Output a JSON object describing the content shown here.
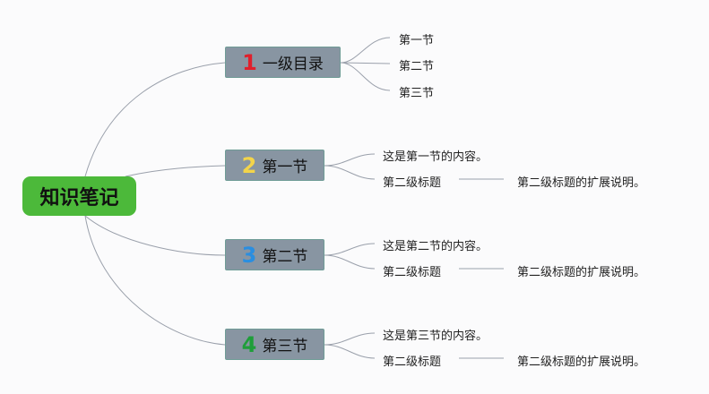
{
  "root": {
    "label": "知识笔记",
    "color": "#4cb93a"
  },
  "branches": [
    {
      "num": "1",
      "num_color": "#e0202c",
      "label": "一级目录",
      "children": [
        "第一节",
        "第二节",
        "第三节"
      ]
    },
    {
      "num": "2",
      "num_color": "#f3d44a",
      "label": "第一节",
      "content": "这是第一节的内容。",
      "sub": "第二级标题",
      "sub_desc": "第二级标题的扩展说明。"
    },
    {
      "num": "3",
      "num_color": "#2a8ee0",
      "label": "第二节",
      "content": "这是第二节的内容。",
      "sub": "第二级标题",
      "sub_desc": "第二级标题的扩展说明。"
    },
    {
      "num": "4",
      "num_color": "#1f9e3a",
      "label": "第三节",
      "content": "这是第三节的内容。",
      "sub": "第二级标题",
      "sub_desc": "第二级标题的扩展说明。"
    }
  ]
}
